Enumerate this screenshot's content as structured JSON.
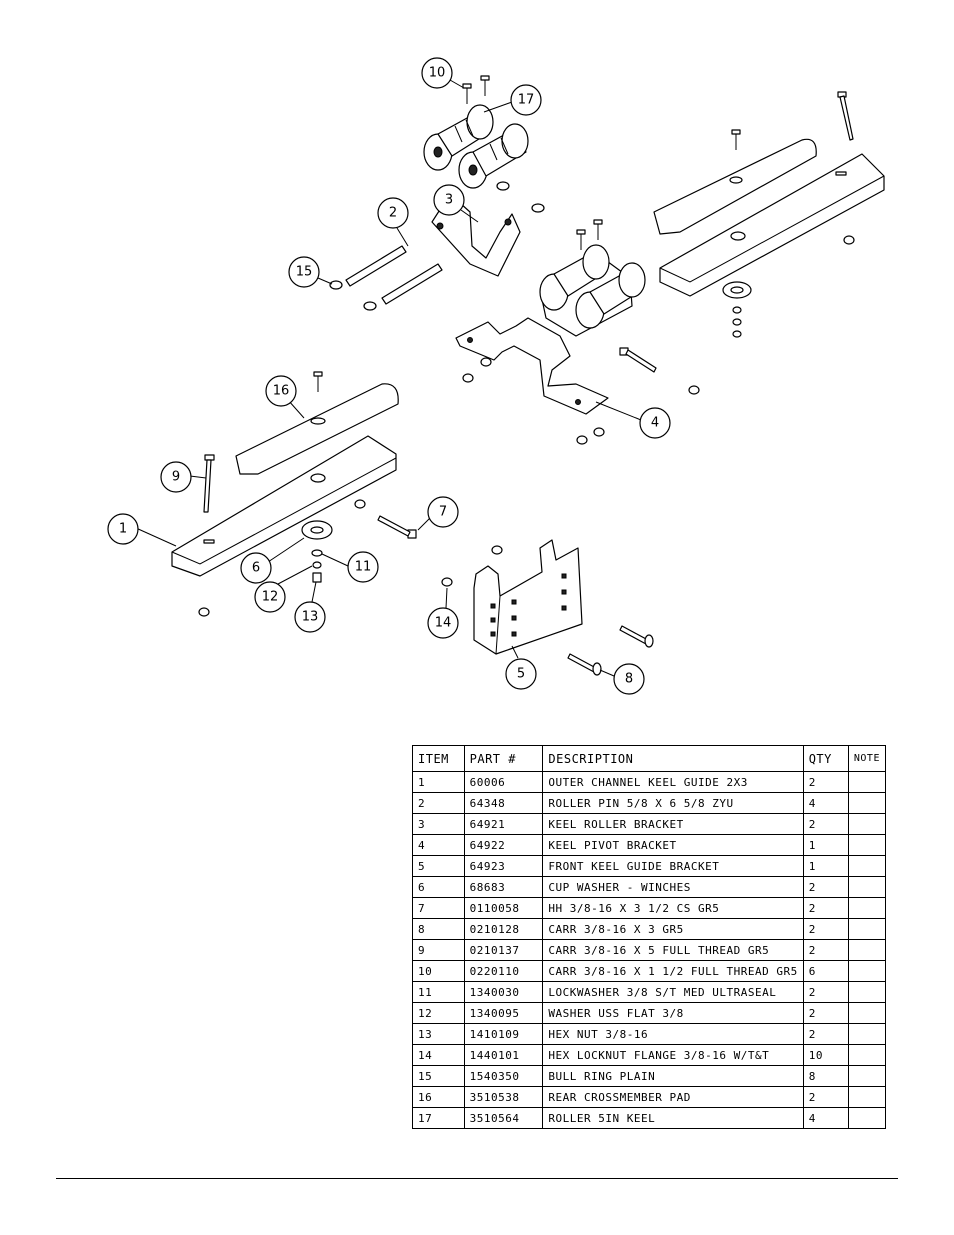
{
  "callouts": [
    "1",
    "2",
    "3",
    "4",
    "5",
    "6",
    "7",
    "8",
    "9",
    "10",
    "11",
    "12",
    "13",
    "14",
    "15",
    "16",
    "17"
  ],
  "table": {
    "headers": {
      "item": "ITEM",
      "part": "PART #",
      "description": "DESCRIPTION",
      "qty": "QTY",
      "note": "NOTE"
    },
    "rows": [
      {
        "item": "1",
        "part": "60006",
        "description": "OUTER CHANNEL KEEL GUIDE 2X3",
        "qty": "2",
        "note": ""
      },
      {
        "item": "2",
        "part": "64348",
        "description": "ROLLER PIN  5/8 X 6 5/8 ZYU",
        "qty": "4",
        "note": ""
      },
      {
        "item": "3",
        "part": "64921",
        "description": "KEEL ROLLER BRACKET",
        "qty": "2",
        "note": ""
      },
      {
        "item": "4",
        "part": "64922",
        "description": "KEEL PIVOT BRACKET",
        "qty": "1",
        "note": ""
      },
      {
        "item": "5",
        "part": "64923",
        "description": "FRONT KEEL GUIDE BRACKET",
        "qty": "1",
        "note": ""
      },
      {
        "item": "6",
        "part": "68683",
        "description": "CUP WASHER - WINCHES",
        "qty": "2",
        "note": ""
      },
      {
        "item": "7",
        "part": "0110058",
        "description": "HH 3/8-16 X 3 1/2 CS GR5",
        "qty": "2",
        "note": ""
      },
      {
        "item": "8",
        "part": "0210128",
        "description": "CARR 3/8-16 X 3 GR5",
        "qty": "2",
        "note": ""
      },
      {
        "item": "9",
        "part": "0210137",
        "description": "CARR 3/8-16 X 5 FULL THREAD GR5",
        "qty": "2",
        "note": ""
      },
      {
        "item": "10",
        "part": "0220110",
        "description": "CARR 3/8-16 X 1 1/2 FULL THREAD GR5",
        "qty": "6",
        "note": ""
      },
      {
        "item": "11",
        "part": "1340030",
        "description": "LOCKWASHER 3/8 S/T MED ULTRASEAL",
        "qty": "2",
        "note": ""
      },
      {
        "item": "12",
        "part": "1340095",
        "description": "WASHER USS FLAT 3/8",
        "qty": "2",
        "note": ""
      },
      {
        "item": "13",
        "part": "1410109",
        "description": "HEX NUT 3/8-16",
        "qty": "2",
        "note": ""
      },
      {
        "item": "14",
        "part": "1440101",
        "description": "HEX LOCKNUT FLANGE 3/8-16 W/T&T",
        "qty": "10",
        "note": ""
      },
      {
        "item": "15",
        "part": "1540350",
        "description": "BULL RING PLAIN",
        "qty": "8",
        "note": ""
      },
      {
        "item": "16",
        "part": "3510538",
        "description": "REAR CROSSMEMBER PAD",
        "qty": "2",
        "note": ""
      },
      {
        "item": "17",
        "part": "3510564",
        "description": "ROLLER 5IN KEEL",
        "qty": "4",
        "note": ""
      }
    ]
  }
}
